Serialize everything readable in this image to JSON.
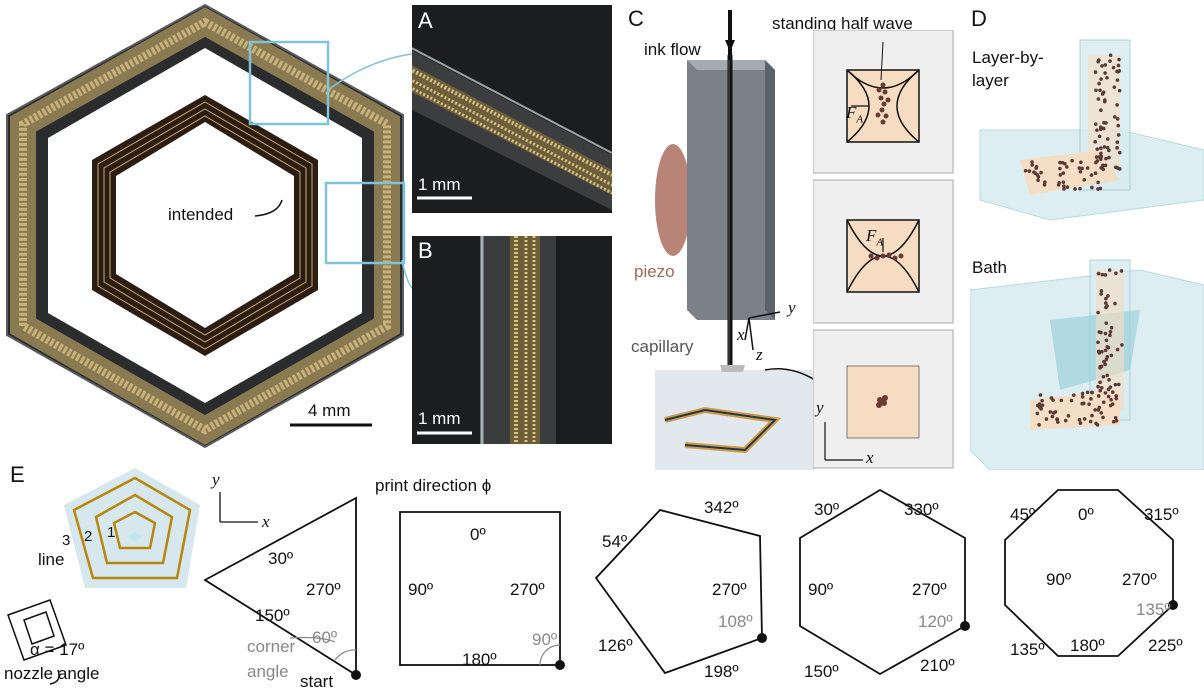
{
  "panels": {
    "A": "A",
    "B": "B",
    "C": "C",
    "D": "D",
    "E": "E"
  },
  "panel_main": {
    "intended_label": "intended",
    "scale_label": "4 mm"
  },
  "panel_A": {
    "scale_label": "1 mm"
  },
  "panel_B": {
    "scale_label": "1 mm"
  },
  "panel_C": {
    "ink_flow": "ink flow",
    "standing_half_wave": "standing half wave",
    "piezo": "piezo",
    "capillary": "capillary",
    "force_label": "F",
    "force_sub": "A",
    "axis_x": "x",
    "axis_y": "y",
    "axis_z": "z"
  },
  "panel_D": {
    "layer_label": "Layer-by-\nlayer",
    "bath_label": "Bath"
  },
  "panel_E": {
    "axis_x": "x",
    "axis_y": "y",
    "line_label": "line",
    "line_numbers": [
      "3",
      "2",
      "1"
    ],
    "nozzle_alpha": "α = 17º",
    "nozzle_label": "nozzle angle",
    "print_direction": "print direction ϕ",
    "corner_label": "corner\nangle",
    "start_label": "start",
    "triangle": {
      "angles": [
        "30º",
        "270º",
        "150º"
      ],
      "corner": "60º"
    },
    "square": {
      "angles": [
        "0º",
        "90º",
        "270º",
        "180º"
      ],
      "corner": "90º"
    },
    "pentagon": {
      "angles": [
        "342º",
        "54º",
        "270º",
        "126º",
        "198º"
      ],
      "corner": "108º"
    },
    "hexagon": {
      "angles": [
        "30º",
        "330º",
        "90º",
        "270º",
        "150º",
        "210º"
      ],
      "corner": "120º"
    },
    "octagon": {
      "angles": [
        "45º",
        "0º",
        "315º",
        "90º",
        "270º",
        "135º",
        "180º",
        "225º"
      ],
      "corner": "135º"
    }
  },
  "colors": {
    "photo_bg": "#1b1d1f",
    "highlight_box": "#7ec3d8",
    "gold": "#b8860b",
    "peach": "#f6dcc0",
    "gray_text": "#888888",
    "bath": "#cfe7ee"
  }
}
